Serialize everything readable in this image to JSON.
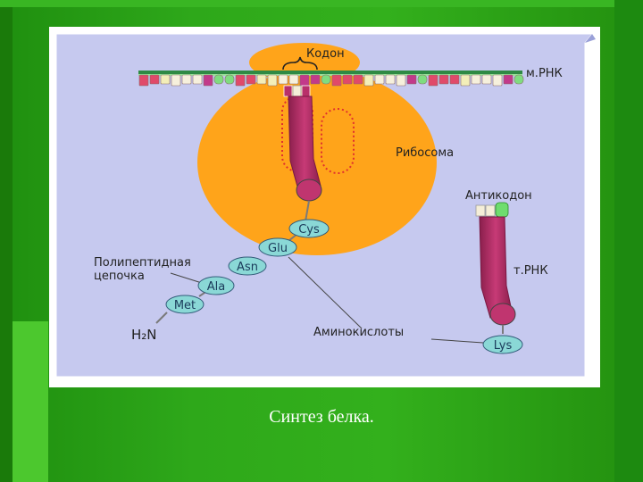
{
  "labels": {
    "codon": "Кодон",
    "mrna": "м.РНК",
    "ribosome": "Рибосома",
    "anticodon": "Антикодон",
    "trna": "т.РНК",
    "polypeptide_line1": "Полипептидная",
    "polypeptide_line2": "цепочка",
    "amino_acids": "Аминокислоты",
    "h2n": "H₂N"
  },
  "amino_acids": {
    "cys": "Cys",
    "glu": "Glu",
    "asn": "Asn",
    "ala": "Ala",
    "met": "Met",
    "lys": "Lys"
  },
  "caption": "Синтез белка.",
  "colors": {
    "background_green": "#2ea81a",
    "panel": "#c6c9ef",
    "ribosome": "#ffa41a",
    "trna": "#b8306a",
    "amino_acid": "#8ad8d6",
    "dotted_outline": "#e0302e"
  }
}
